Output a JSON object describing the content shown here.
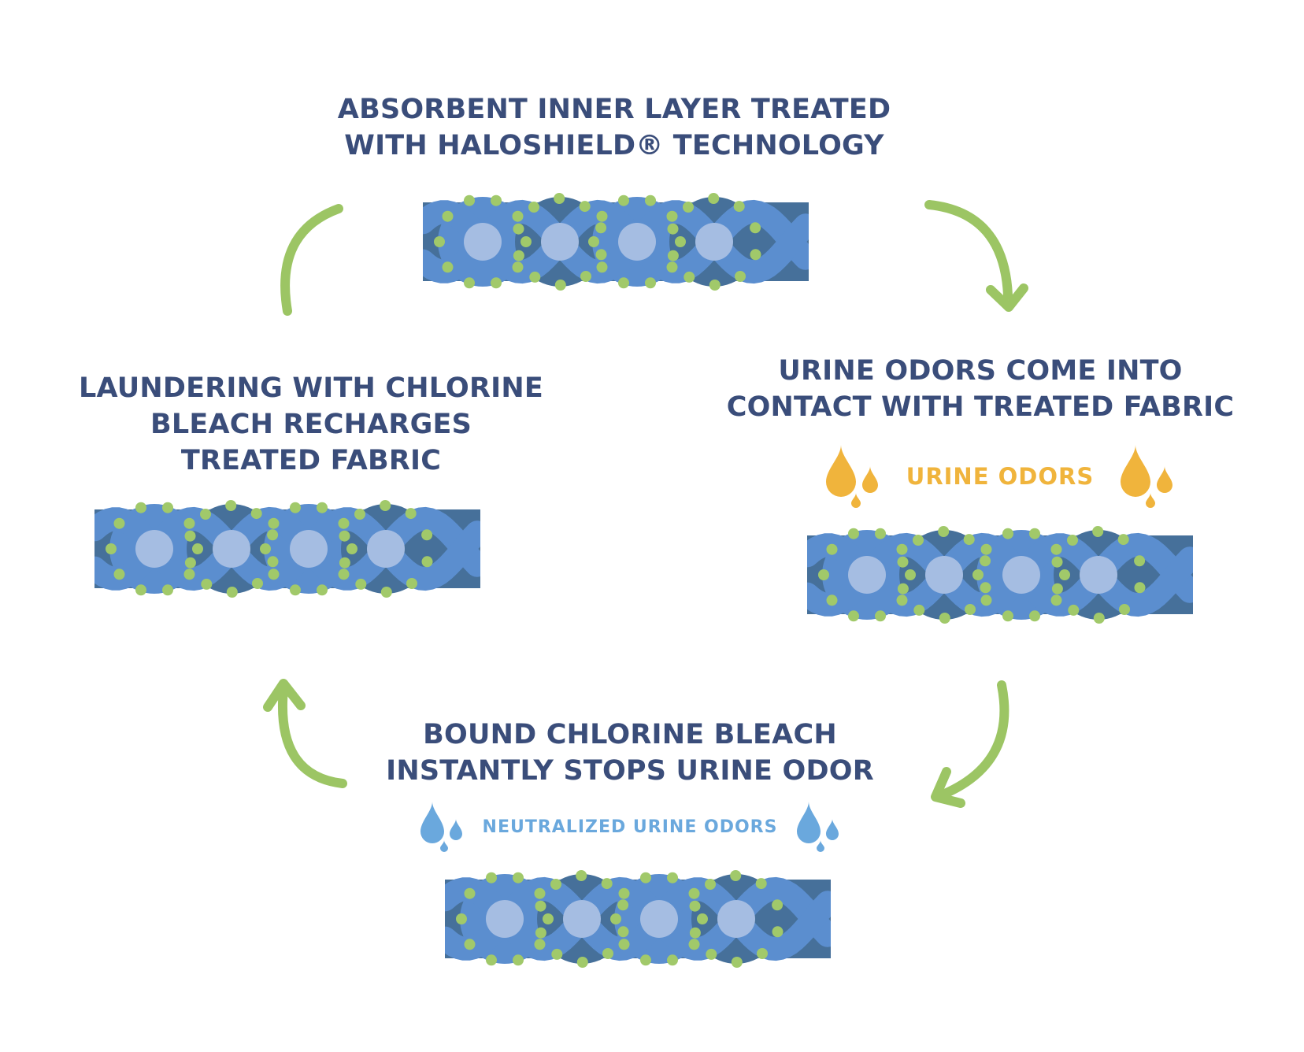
{
  "steps": {
    "top": {
      "lines": [
        "ABSORBENT INNER LAYER TREATED",
        "WITH HALOSHIELD® TECHNOLOGY"
      ]
    },
    "right": {
      "lines": [
        "URINE ODORS COME INTO",
        "CONTACT WITH TREATED FABRIC"
      ]
    },
    "bottom": {
      "lines": [
        "BOUND CHLORINE BLEACH",
        "INSTANTLY STOPS URINE ODOR"
      ]
    },
    "left": {
      "lines": [
        "LAUNDERING WITH CHLORINE",
        "BLEACH RECHARGES",
        "TREATED FABRIC"
      ]
    }
  },
  "odor_labels": {
    "urine": "URINE ODORS",
    "neutralized": "NEUTRALIZED URINE ODORS"
  },
  "colors": {
    "title_text": "#3a4d7a",
    "arrow_green": "#9cc564",
    "dot_green": "#a1c96a",
    "fiber_dark": "#46709a",
    "fiber_mid": "#5b8ecf",
    "fiber_light": "#a5bde2",
    "urine_drop": "#f0b43c",
    "neutral_drop": "#6aa8dd"
  },
  "icons": {
    "cycle_arrows": "curved-arrow-icon",
    "urine_drops": "droplets-icon",
    "neutral_drops": "droplets-icon"
  }
}
